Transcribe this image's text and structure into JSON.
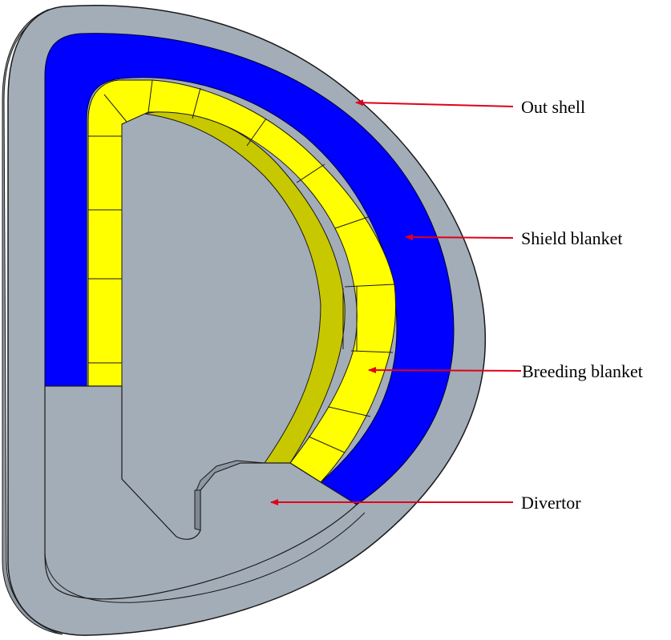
{
  "labels": {
    "out_shell": "Out shell",
    "shield_blanket": "Shield blanket",
    "breeding_blanket": "Breeding blanket",
    "divertor": "Divertor"
  },
  "colors": {
    "out_shell": "#a3adb8",
    "shield_blanket": "#0000ff",
    "breeding_blanket": "#ffff00",
    "breeding_shadow": "#c8c800",
    "divertor": "#a3adb8",
    "arrow": "#e0001b",
    "edge": "#1a1a1a"
  }
}
